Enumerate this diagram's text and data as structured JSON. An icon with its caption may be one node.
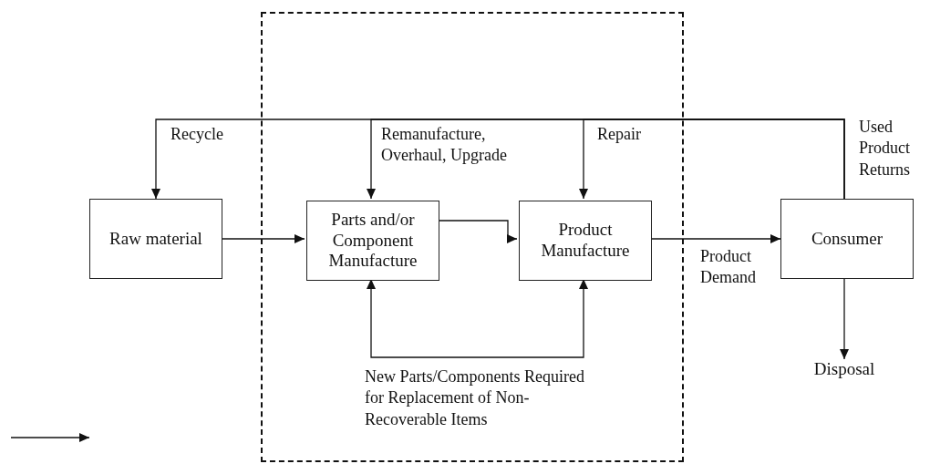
{
  "diagram": {
    "nodes": [
      {
        "text": [],
        "shape": "box"
      },
      {
        "text": [
          "Raw material"
        ]
      },
      {
        "text": [
          "Parts and/or Component Manufacture"
        ],
        "in": 0
      },
      {
        "text": [
          "Product Manufacture"
        ],
        "in": 0
      },
      {
        "text": [
          "Consumer"
        ]
      },
      {
        "text": [
          "Disposal"
        ]
      }
    ],
    "edges": [
      {
        "from": 4,
        "to": 1,
        "arrow": "to",
        "label": "Recycle"
      },
      {
        "from": 4,
        "to": 2,
        "arrow": "to",
        "label": "Remanufacture, Overhaul, Upgrade"
      },
      {
        "from": 4,
        "to": 3,
        "arrow": "to",
        "label": "Repair"
      },
      {
        "from": 1,
        "to": 2,
        "arrow": "to"
      },
      {
        "from": 2,
        "to": 3,
        "arrow": "to"
      },
      {
        "from": 3,
        "to": 4,
        "arrow": "to",
        "label": "Product Demand"
      },
      {
        "from": 4,
        "to": 5,
        "arrow": "to"
      },
      {
        "from": 3,
        "to": 2,
        "arrow": "both",
        "label": "New Parts/Components Required for Replacement of Non-Recoverable Items"
      }
    ],
    "labels": [
      "Used Product Returns"
    ]
  }
}
